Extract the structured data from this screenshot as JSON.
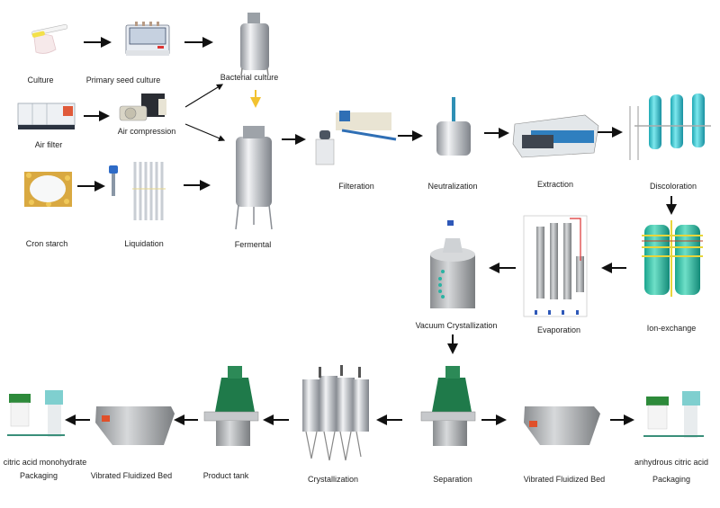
{
  "diagram": {
    "type": "process-flow",
    "subject": "citric acid production line",
    "nodes": [
      {
        "id": "culture",
        "label": "Culture",
        "icon": "test-tube-hand-icon"
      },
      {
        "id": "primary_seed",
        "label": "Primary seed culture",
        "icon": "incubator-icon"
      },
      {
        "id": "bacterial",
        "label": "Bacterial culture",
        "icon": "steel-tank-icon"
      },
      {
        "id": "air_filter",
        "label": "Air filter",
        "icon": "air-handler-icon"
      },
      {
        "id": "air_comp",
        "label": "Air compression",
        "icon": "compressor-icon"
      },
      {
        "id": "starch",
        "label": "Cron starch",
        "icon": "starch-powder-icon"
      },
      {
        "id": "liquidation",
        "label": "Liquidation",
        "icon": "tube-heat-exchanger-icon"
      },
      {
        "id": "fermental",
        "label": "Fermental",
        "icon": "fermenter-tank-icon"
      },
      {
        "id": "filteration",
        "label": "Filteration",
        "icon": "filter-press-icon"
      },
      {
        "id": "neutralization",
        "label": "Neutralization",
        "icon": "mixing-tank-icon"
      },
      {
        "id": "extraction",
        "label": "Extraction",
        "icon": "belt-filter-icon"
      },
      {
        "id": "discoloration",
        "label": "Discoloration",
        "icon": "column-tanks-icon"
      },
      {
        "id": "ion_exchange",
        "label": "Ion-exchange",
        "icon": "ion-exchange-columns-icon"
      },
      {
        "id": "evaporation",
        "label": "Evaporation",
        "icon": "evaporator-icon"
      },
      {
        "id": "vacuum_cryst",
        "label": "Vacuum Crystallization",
        "icon": "vacuum-crystallizer-icon"
      },
      {
        "id": "separation",
        "label": "Separation",
        "icon": "centrifuge-icon"
      },
      {
        "id": "vfb_right",
        "label": "Vibrated Fluidized Bed",
        "icon": "fluid-bed-dryer-icon"
      },
      {
        "id": "pack_right",
        "label": "Packaging",
        "sublabel": "anhydrous citric acid",
        "icon": "bagging-machine-icon"
      },
      {
        "id": "crystallization",
        "label": "Crystallization",
        "icon": "crystallizer-tanks-icon"
      },
      {
        "id": "product_tank",
        "label": "Product tank",
        "icon": "centrifuge-icon"
      },
      {
        "id": "vfb_left",
        "label": "Vibrated Fluidized Bed",
        "icon": "fluid-bed-dryer-icon"
      },
      {
        "id": "pack_left",
        "label": "Packaging",
        "sublabel": "citric acid monohydrate",
        "icon": "bagging-machine-icon"
      }
    ],
    "edges": [
      [
        "culture",
        "primary_seed"
      ],
      [
        "primary_seed",
        "bacterial"
      ],
      [
        "bacterial",
        "fermental"
      ],
      [
        "air_filter",
        "air_comp"
      ],
      [
        "air_comp",
        "bacterial"
      ],
      [
        "air_comp",
        "fermental"
      ],
      [
        "starch",
        "liquidation"
      ],
      [
        "liquidation",
        "fermental"
      ],
      [
        "fermental",
        "filteration"
      ],
      [
        "filteration",
        "neutralization"
      ],
      [
        "neutralization",
        "extraction"
      ],
      [
        "extraction",
        "discoloration"
      ],
      [
        "discoloration",
        "ion_exchange"
      ],
      [
        "ion_exchange",
        "evaporation"
      ],
      [
        "evaporation",
        "vacuum_cryst"
      ],
      [
        "vacuum_cryst",
        "separation"
      ],
      [
        "separation",
        "vfb_right"
      ],
      [
        "vfb_right",
        "pack_right"
      ],
      [
        "separation",
        "crystallization"
      ],
      [
        "crystallization",
        "product_tank"
      ],
      [
        "product_tank",
        "vfb_left"
      ],
      [
        "vfb_left",
        "pack_left"
      ]
    ],
    "colors": {
      "arrow": "#111111",
      "yellow_arrow": "#f2c230",
      "steel": "#c9ccd0",
      "blue": "#2f6fb5",
      "teal": "#3cc7cf",
      "green": "#1f7a4a",
      "ion_teal": "#32c3a8"
    }
  }
}
